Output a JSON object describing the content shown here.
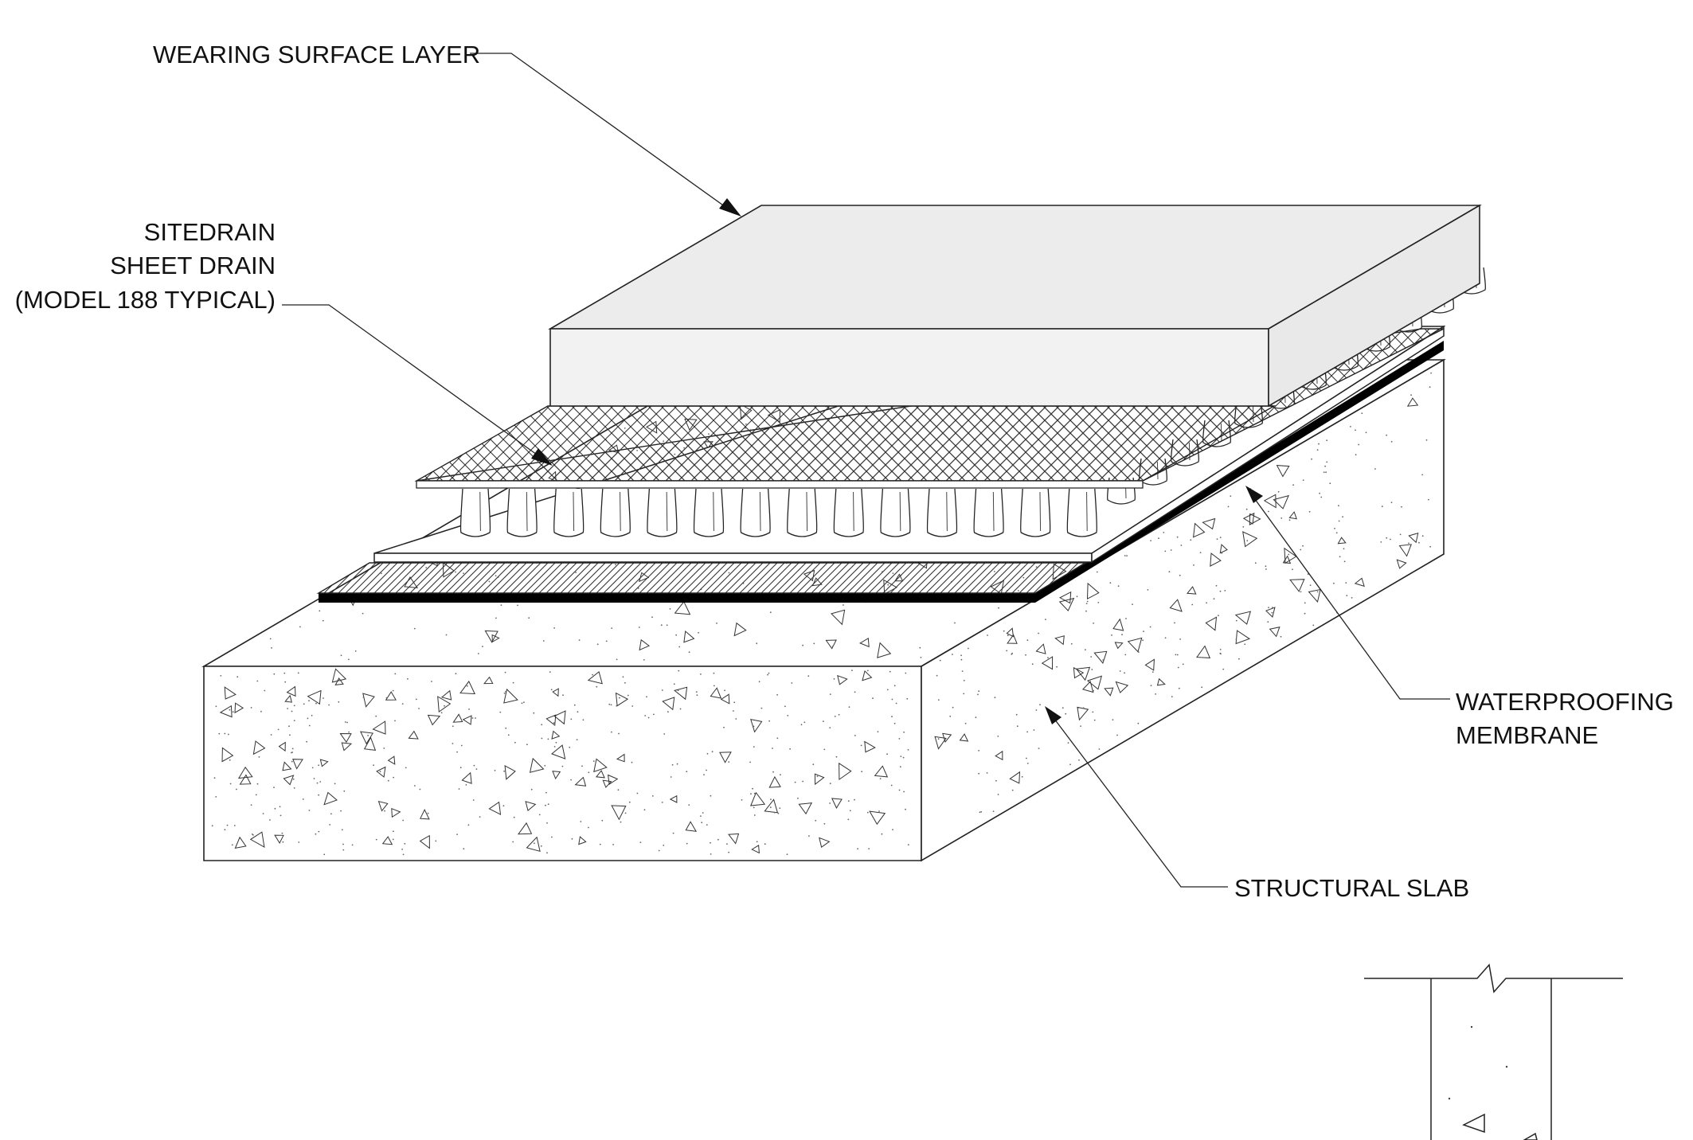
{
  "callouts": {
    "wearing_surface": "WEARING SURFACE LAYER",
    "sitedrain": {
      "line1": "SITEDRAIN",
      "line2": "SHEET DRAIN",
      "line3": "(MODEL 188 TYPICAL)"
    },
    "waterproofing": {
      "line1": "WATERPROOFING",
      "line2": "MEMBRANE"
    },
    "structural_slab": "STRUCTURAL SLAB"
  },
  "colors": {
    "line": "#222222",
    "wearing_top": "#ececec",
    "wearing_front": "#f2f2f2",
    "wearing_side": "#e9e9e9",
    "membrane": "#000000"
  }
}
